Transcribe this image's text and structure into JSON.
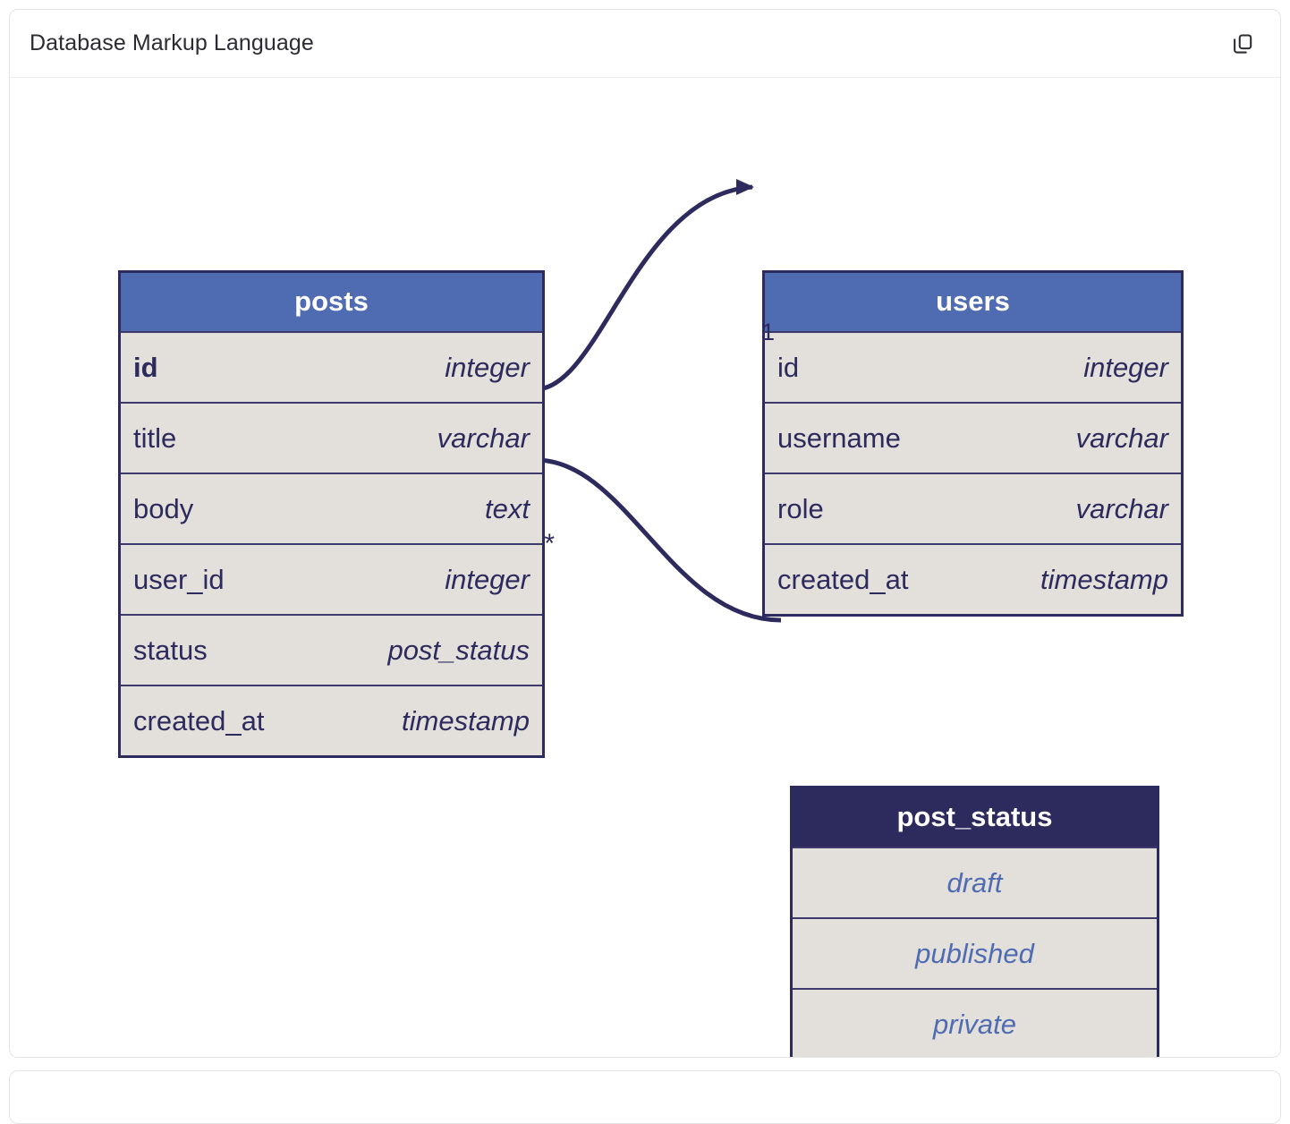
{
  "header": {
    "title": "Database Markup Language",
    "copy_icon": "copy-icon"
  },
  "diagram": {
    "type": "entity-relationship-diagram",
    "tables": [
      {
        "name": "posts",
        "header_color": "#4F6CB3",
        "kind": "table",
        "fields": [
          {
            "name": "id",
            "type": "integer",
            "primary_key": true
          },
          {
            "name": "title",
            "type": "varchar",
            "primary_key": false
          },
          {
            "name": "body",
            "type": "text",
            "primary_key": false
          },
          {
            "name": "user_id",
            "type": "integer",
            "primary_key": false,
            "cardinality": "*"
          },
          {
            "name": "status",
            "type": "post_status",
            "primary_key": false
          },
          {
            "name": "created_at",
            "type": "timestamp",
            "primary_key": false
          }
        ]
      },
      {
        "name": "users",
        "header_color": "#4F6CB3",
        "kind": "table",
        "fields": [
          {
            "name": "id",
            "type": "integer",
            "primary_key": false,
            "cardinality": "1"
          },
          {
            "name": "username",
            "type": "varchar",
            "primary_key": false
          },
          {
            "name": "role",
            "type": "varchar",
            "primary_key": false
          },
          {
            "name": "created_at",
            "type": "timestamp",
            "primary_key": false
          }
        ]
      },
      {
        "name": "post_status",
        "header_color": "#2D2A5E",
        "kind": "enum",
        "values": [
          "draft",
          "published",
          "private"
        ]
      }
    ],
    "relationships": [
      {
        "from": "posts.user_id",
        "to": "users.id",
        "from_cardinality": "*",
        "to_cardinality": "1",
        "arrow": true
      },
      {
        "from": "posts.status",
        "to": "post_status",
        "arrow": false
      }
    ],
    "colors": {
      "line": "#2D2A5E",
      "row_background": "#E3DFDA",
      "border": "#2D2A5E",
      "enum_value_text": "#4F6CB3",
      "header_text": "#FFFFFF"
    }
  }
}
